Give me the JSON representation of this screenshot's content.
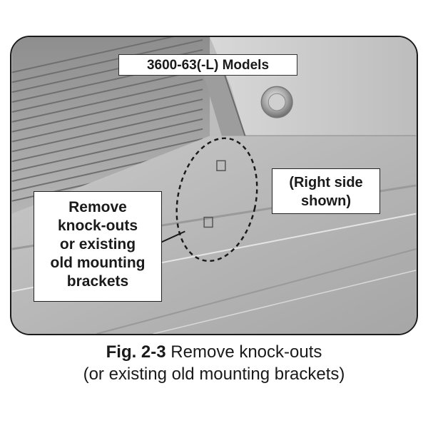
{
  "figure": {
    "models_label": "3600-63(-L) Models",
    "side_note_line1": "(Right side",
    "side_note_line2": "shown)",
    "callout_lines": [
      "Remove",
      "knock-outs",
      "or existing",
      "old mounting",
      "brackets"
    ]
  },
  "caption": {
    "figure_number": "Fig. 2-3",
    "title_line1": "Remove knock-outs",
    "title_line2": "(or existing old mounting brackets)"
  }
}
